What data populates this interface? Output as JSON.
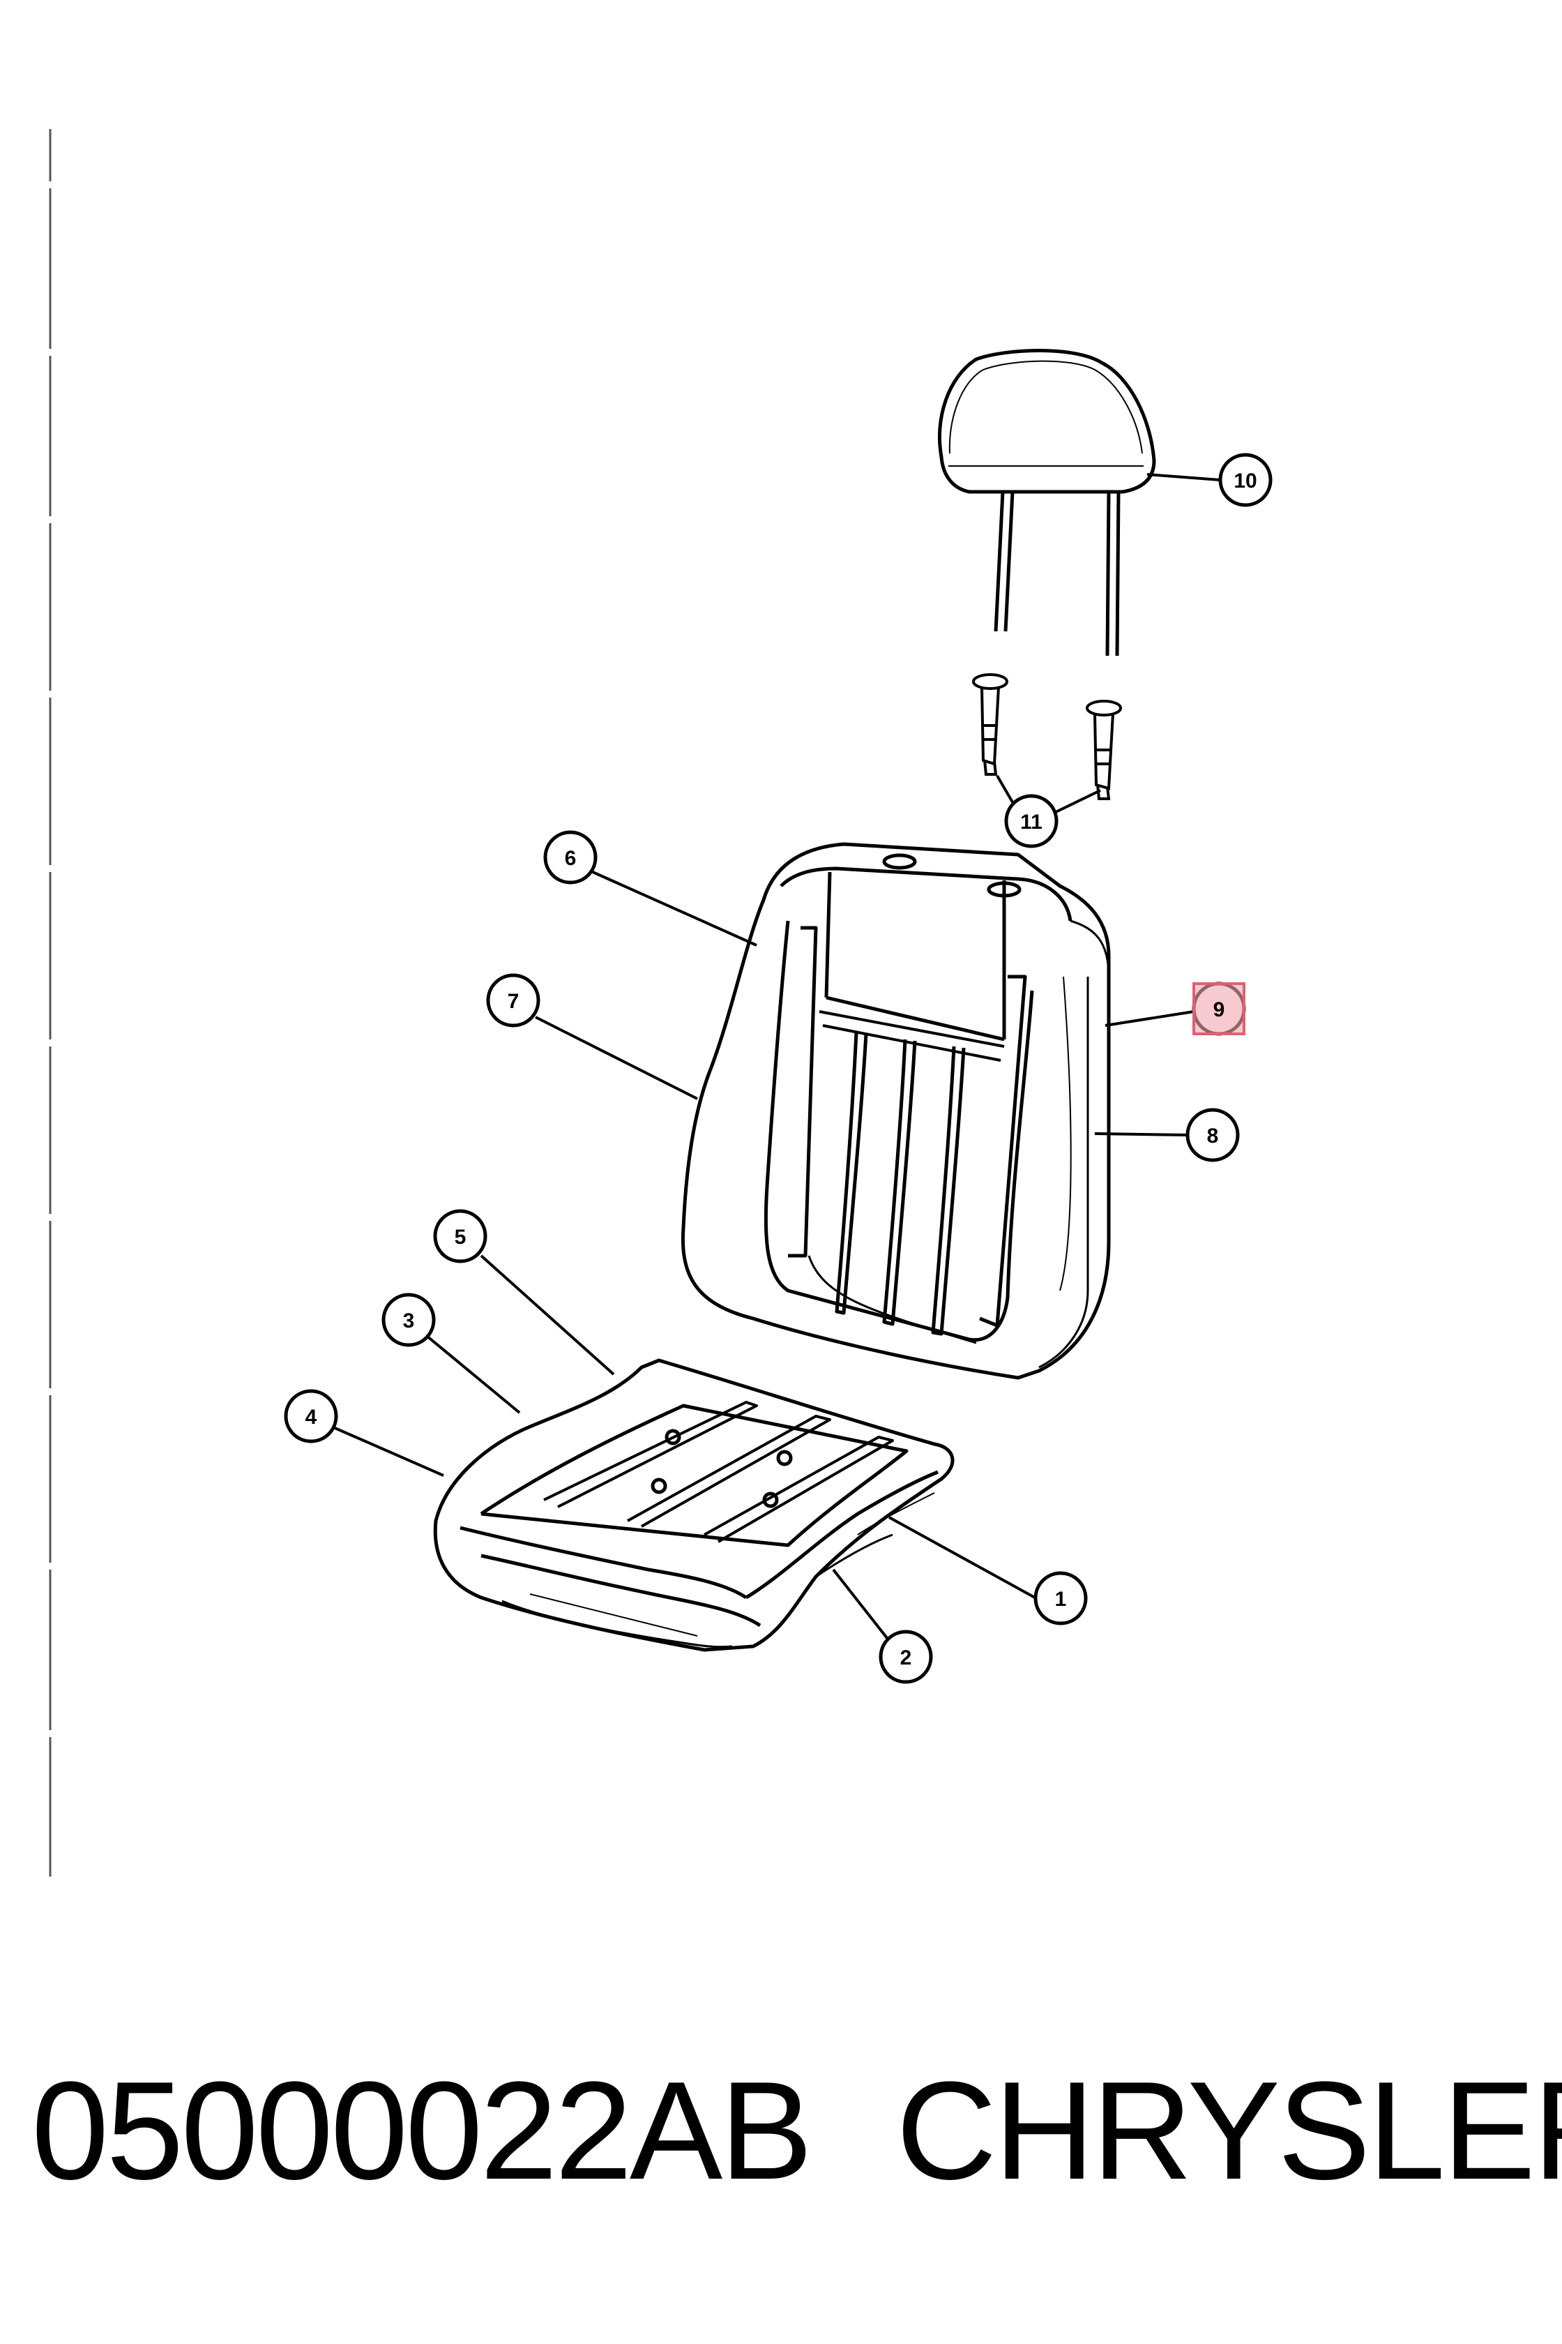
{
  "diagram": {
    "callouts": [
      {
        "id": "1",
        "label": "1"
      },
      {
        "id": "2",
        "label": "2"
      },
      {
        "id": "3",
        "label": "3"
      },
      {
        "id": "4",
        "label": "4"
      },
      {
        "id": "5",
        "label": "5"
      },
      {
        "id": "6",
        "label": "6"
      },
      {
        "id": "7",
        "label": "7"
      },
      {
        "id": "8",
        "label": "8"
      },
      {
        "id": "9",
        "label": "9",
        "highlighted": true
      },
      {
        "id": "10",
        "label": "10"
      },
      {
        "id": "11",
        "label": "11"
      }
    ],
    "highlight_color": "#e06070"
  },
  "caption": {
    "part_number": "05000022AB",
    "brand": "CHRYSLER"
  }
}
